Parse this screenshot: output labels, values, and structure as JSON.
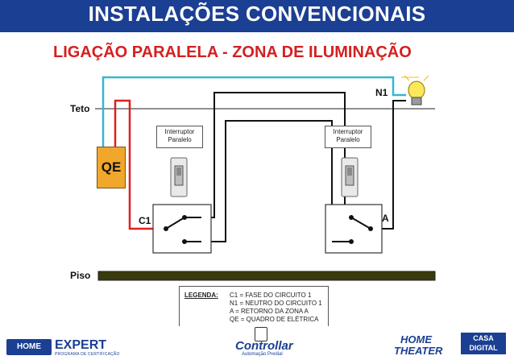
{
  "header": {
    "title": "INSTALAÇÕES CONVENCIONAIS",
    "subtitle": "LIGAÇÃO PARALELA - ZONA DE ILUMINAÇÃO"
  },
  "diagram": {
    "labels": {
      "ceiling": "Teto",
      "floor": "Piso",
      "neutral": "N1",
      "circuit": "C1",
      "return_a": "A",
      "panel": "QE"
    },
    "switch_left": {
      "line1": "Interruptor",
      "line2": "Paralelo"
    },
    "switch_right": {
      "line1": "Interruptor",
      "line2": "Paralelo"
    }
  },
  "legend": {
    "header": "LEGENDA:",
    "items": [
      "C1 = FASE DO CIRCUITO 1",
      "N1 = NEUTRO DO CIRCUITO 1",
      "A = RETORNO DA ZONA A",
      "QE = QUADRO DE ELÉTRICA"
    ]
  },
  "footer": {
    "home_expert_box": "HOME",
    "home_expert_word": "EXPERT",
    "home_expert_sub": "PROGRAMA DE CERTIFICAÇÃO",
    "controllar_name": "Controllar",
    "controllar_sub": "Automação Predial",
    "home_theater_1": "HOME",
    "home_theater_2": "THEATER",
    "casa_1": "CASA",
    "casa_2": "DIGITAL"
  },
  "colors": {
    "banner": "#1b3f92",
    "subtitle": "#d42020",
    "phase_wire": "#e01e1e",
    "neutral_wire": "#35b7d0",
    "panel": "#f1a62c"
  }
}
